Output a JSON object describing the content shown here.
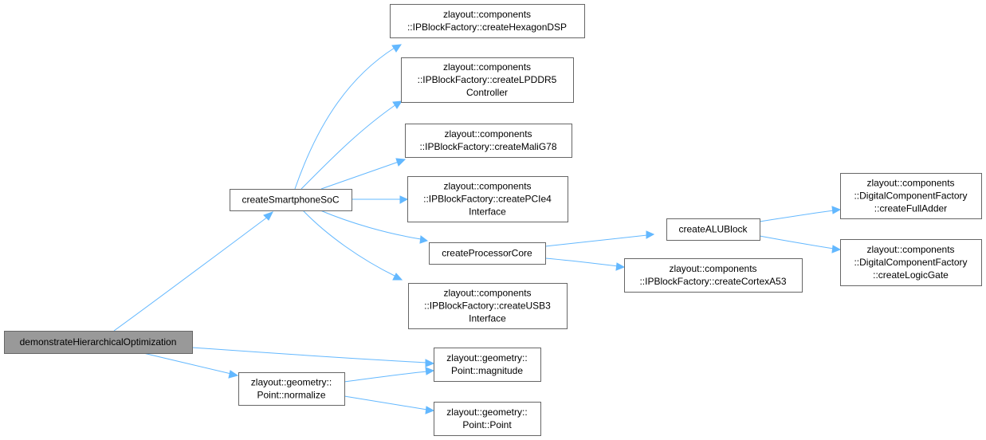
{
  "colors": {
    "edge": "#63b8ff",
    "node_border": "#666666",
    "root_fill": "#999999",
    "node_fill": "#ffffff"
  },
  "nodes": {
    "demo": {
      "lines": [
        "demonstrateHierarchicalOptimization"
      ]
    },
    "soc": {
      "lines": [
        "createSmartphoneSoC"
      ]
    },
    "normalize": {
      "lines": [
        "zlayout::geometry::",
        "Point::normalize"
      ]
    },
    "hexagon": {
      "lines": [
        "zlayout::components",
        "::IPBlockFactory::createHexagonDSP"
      ]
    },
    "lpddr5": {
      "lines": [
        "zlayout::components",
        "::IPBlockFactory::createLPDDR5",
        "Controller"
      ]
    },
    "mali": {
      "lines": [
        "zlayout::components",
        "::IPBlockFactory::createMaliG78"
      ]
    },
    "pcie": {
      "lines": [
        "zlayout::components",
        "::IPBlockFactory::createPCIe4",
        "Interface"
      ]
    },
    "proc": {
      "lines": [
        "createProcessorCore"
      ]
    },
    "usb": {
      "lines": [
        "zlayout::components",
        "::IPBlockFactory::createUSB3",
        "Interface"
      ]
    },
    "magnitude": {
      "lines": [
        "zlayout::geometry::",
        "Point::magnitude"
      ]
    },
    "point": {
      "lines": [
        "zlayout::geometry::",
        "Point::Point"
      ]
    },
    "alu": {
      "lines": [
        "createALUBlock"
      ]
    },
    "cortex": {
      "lines": [
        "zlayout::components",
        "::IPBlockFactory::createCortexA53"
      ]
    },
    "fulladder": {
      "lines": [
        "zlayout::components",
        "::DigitalComponentFactory",
        "::createFullAdder"
      ]
    },
    "logicgate": {
      "lines": [
        "zlayout::components",
        "::DigitalComponentFactory",
        "::createLogicGate"
      ]
    }
  }
}
